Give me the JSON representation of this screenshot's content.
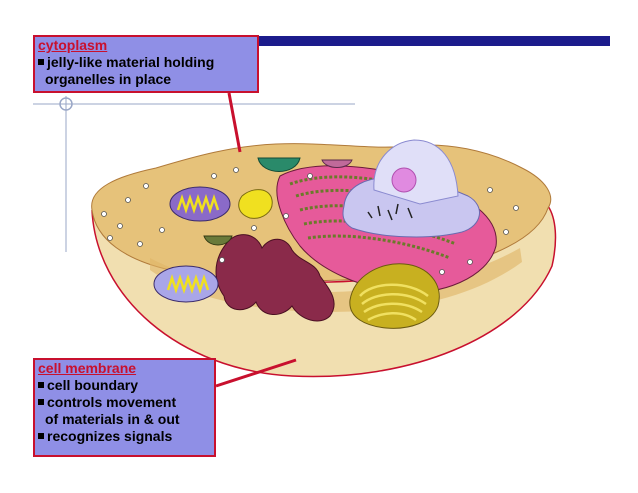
{
  "colors": {
    "top_bar": "#1c1c8c",
    "callout_fill": "#8f8fe6",
    "callout_border": "#c8102e",
    "cytoplasm": "#e6c27a",
    "membrane_outer": "#f1dfb0",
    "nucleus": "#c9c6f0",
    "golgi": "#f0e020",
    "er_rough": "#e65a9a",
    "er_smooth": "#8a2a4a"
  },
  "callouts": {
    "cytoplasm": {
      "title": "cytoplasm",
      "lines": [
        "jelly-like material holding",
        "organelles in place"
      ]
    },
    "membrane": {
      "title": "cell membrane",
      "lines": [
        "cell boundary",
        "controls movement",
        "of materials in & out",
        "recognizes signals"
      ]
    }
  }
}
